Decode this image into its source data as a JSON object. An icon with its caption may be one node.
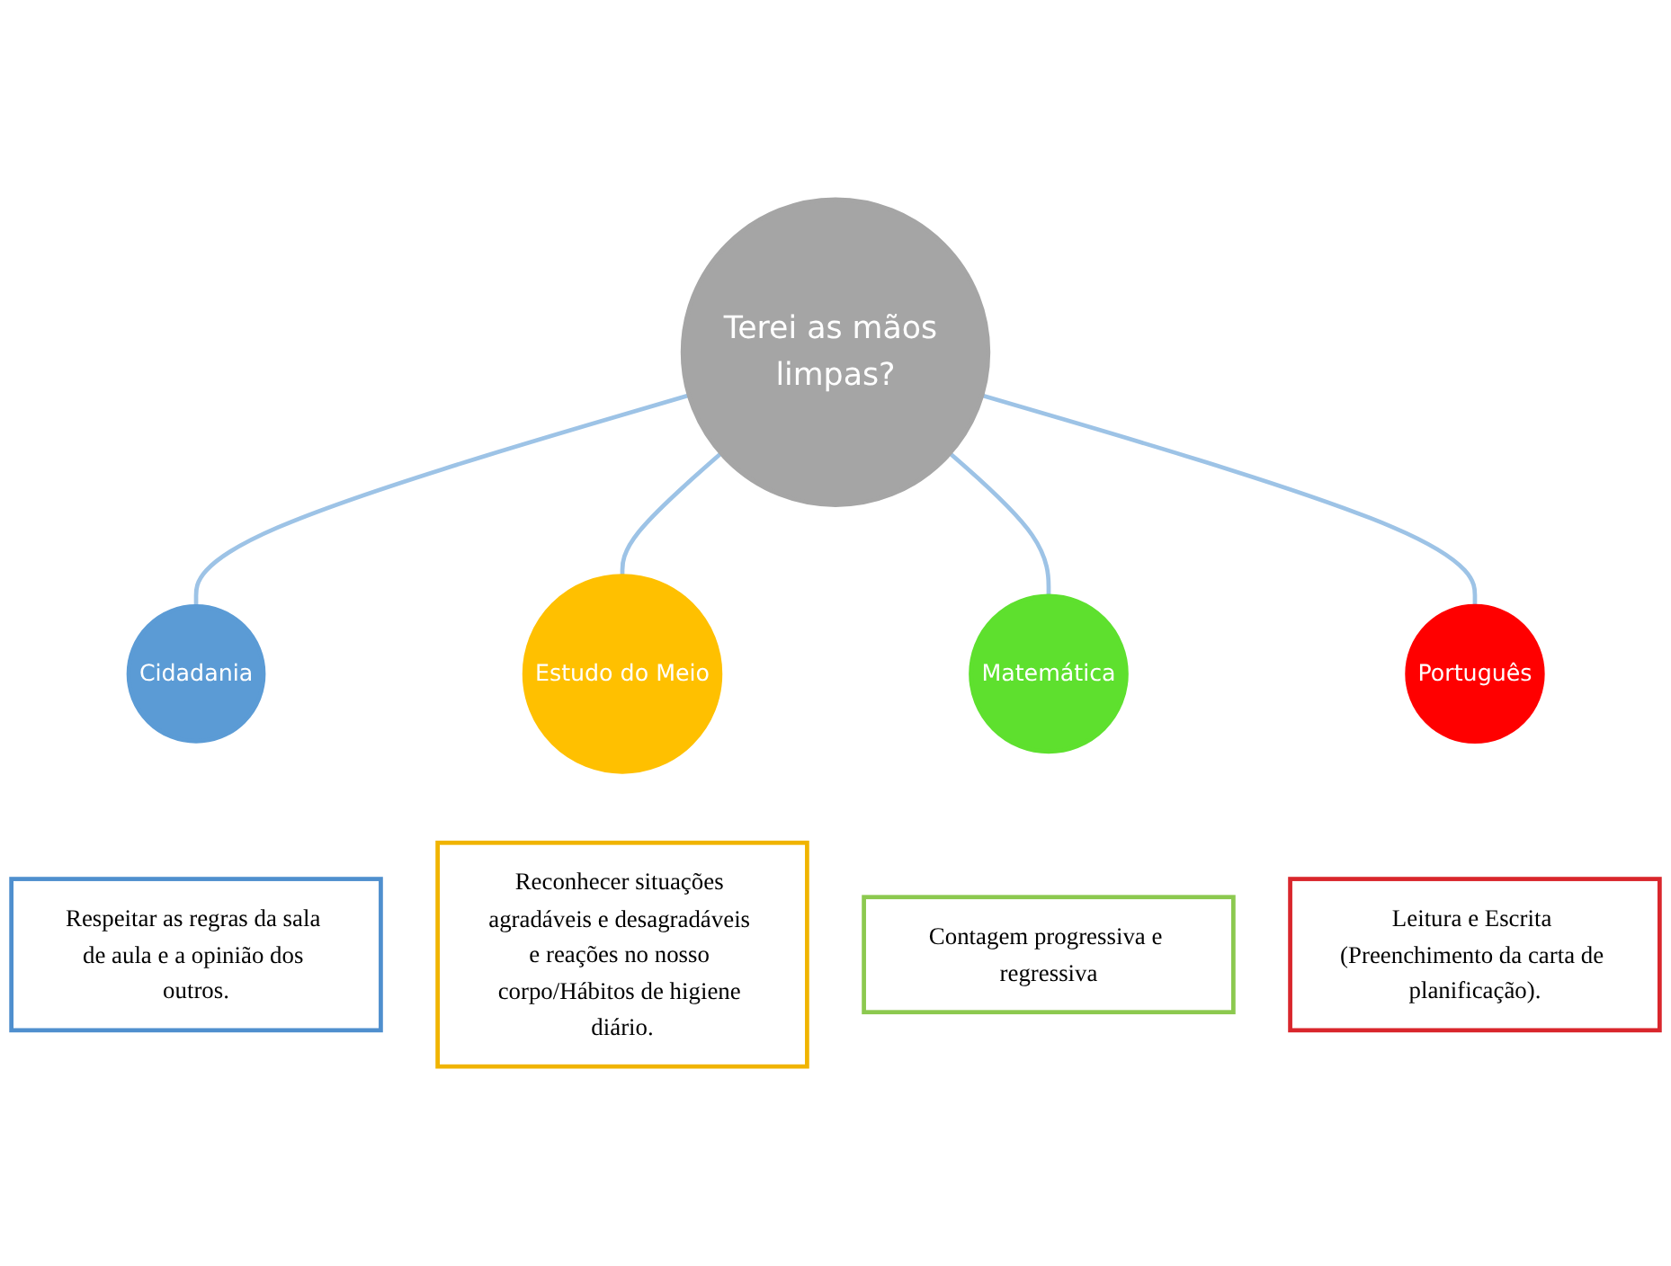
{
  "diagram": {
    "nodes": [
      {
        "text": [
          "Reconhecer situações agradáveis e desagradáveis e reações no nosso corpo/Hábitos de higiene diário."
        ]
      },
      {
        "text": [
          "Estudo do Meio"
        ]
      },
      {
        "text": [
          "Respeitar as regras da sala de aula e a opinião dos outros."
        ]
      },
      {
        "text": [
          "Contagem progressiva e regressiva"
        ]
      },
      {
        "text": [
          "Cidadania"
        ]
      },
      {
        "text": [
          "Terei as mãos limpas?"
        ]
      },
      {
        "text": [
          "Matemática"
        ]
      },
      {
        "text": [
          "Português"
        ]
      },
      {
        "text": [
          "Leitura e Escrita (Preenchimento da carta de planificação)."
        ]
      }
    ],
    "edges": [
      {
        "from": 5,
        "to": 4,
        "arrow": "none"
      },
      {
        "from": 5,
        "to": 1,
        "arrow": "none"
      },
      {
        "from": 5,
        "to": 6,
        "arrow": "none"
      },
      {
        "from": 5,
        "to": 7,
        "arrow": "none"
      }
    ]
  }
}
